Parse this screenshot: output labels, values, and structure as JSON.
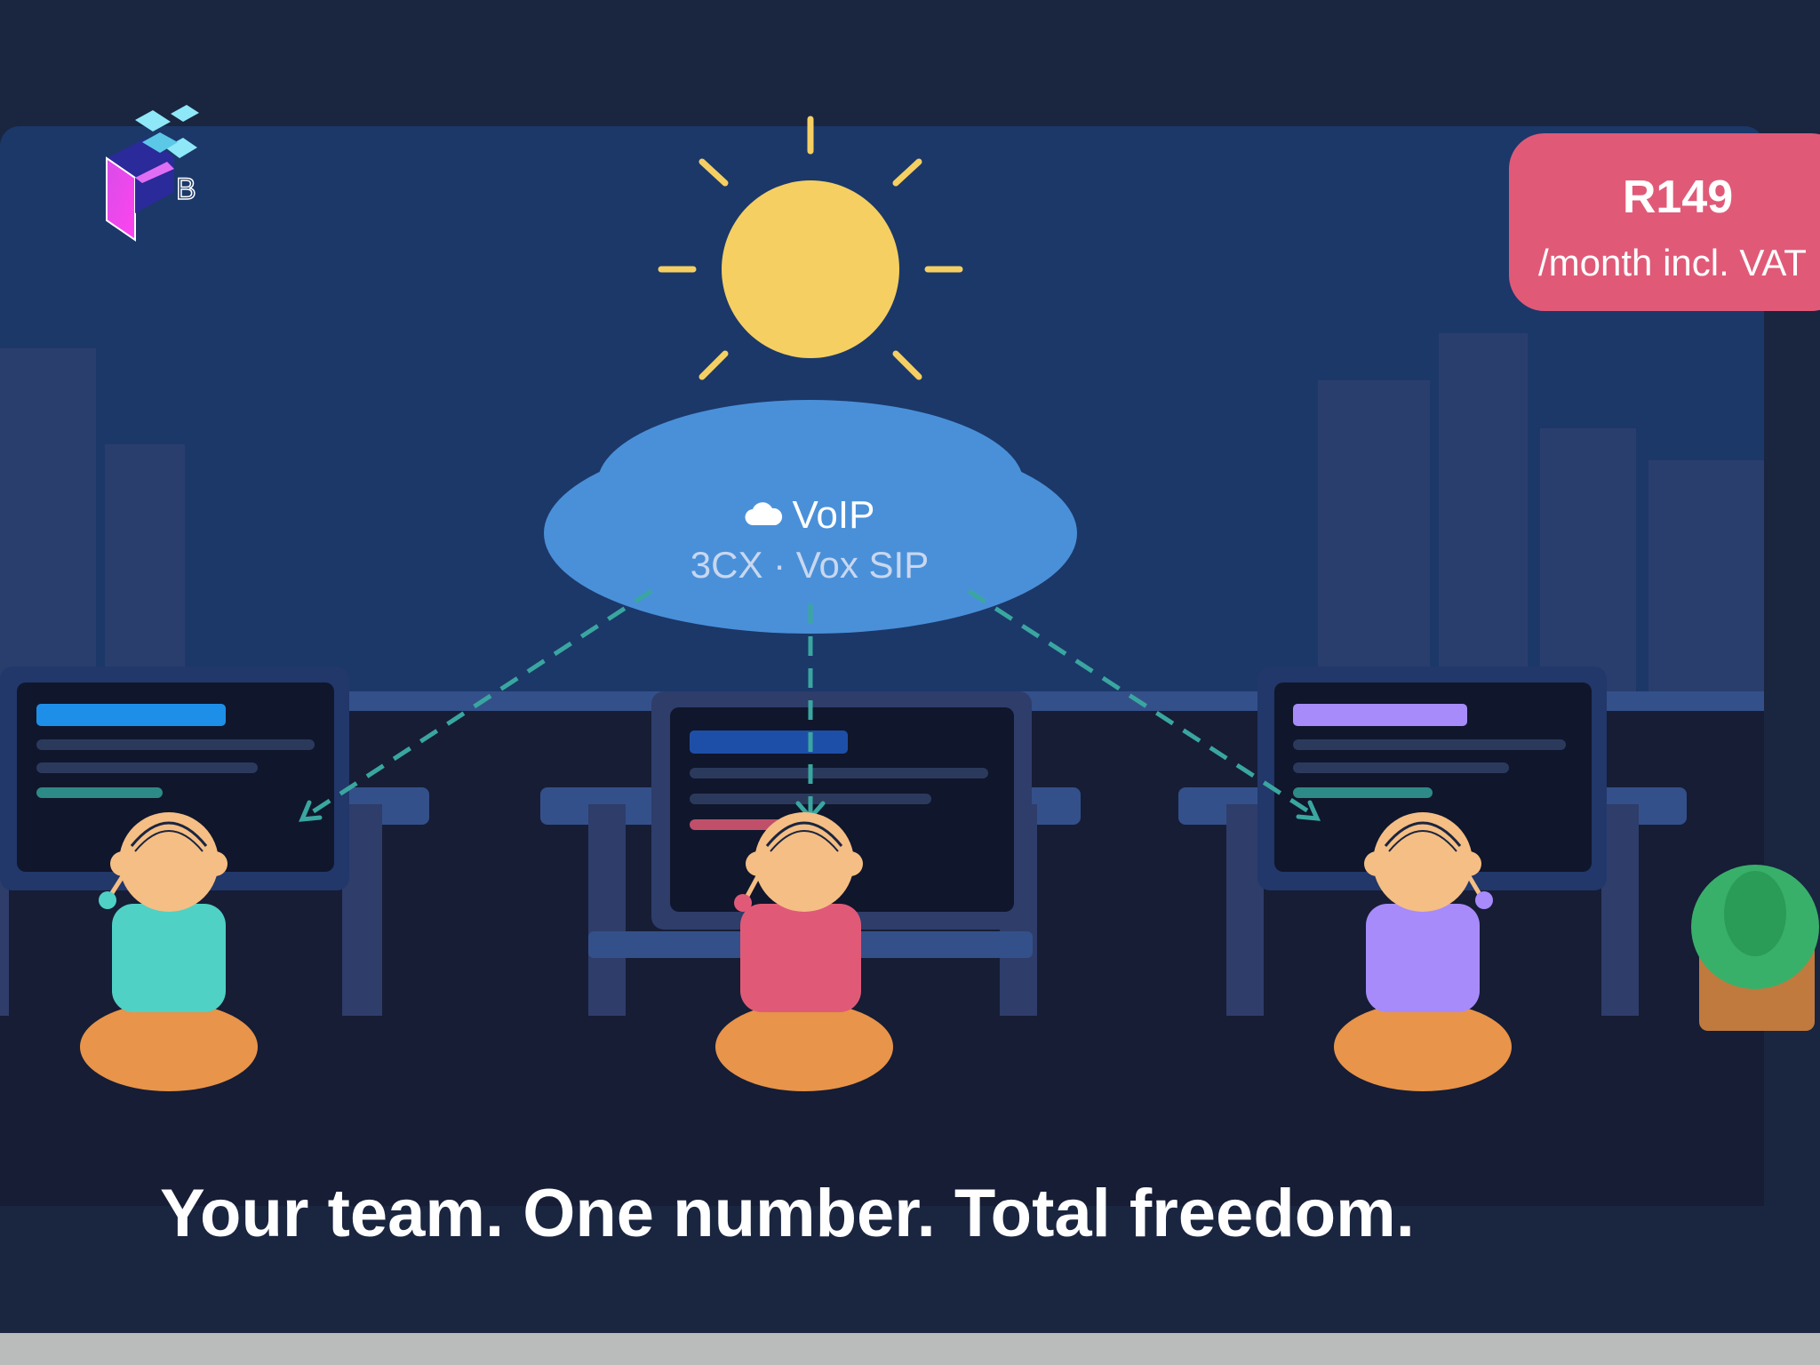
{
  "colors": {
    "background": "#1a2540",
    "sky": "#1b3869",
    "floor": "#161d35",
    "sun": "#f5cf62",
    "cloud": "#4a90d9",
    "price_badge": "#e05a78",
    "connection_line": "#3aa6a0",
    "bottom_bar": "#b9bcba"
  },
  "logo": {
    "icon": "stacked-cubes-logo",
    "glyph": "B"
  },
  "price": {
    "amount": "R149",
    "period": "/month incl. VAT"
  },
  "voip_cloud": {
    "icon": "cloud-icon",
    "title": "VoIP",
    "subtitle": "3CX · Vox SIP"
  },
  "team": [
    {
      "name": "agent-left",
      "shirt_color": "#4fd1c5"
    },
    {
      "name": "agent-center",
      "shirt_color": "#e05a78"
    },
    {
      "name": "agent-right",
      "shirt_color": "#a78bfa"
    }
  ],
  "screens": [
    {
      "accent_color": "#1e8fe8"
    },
    {
      "accent_color": "#1e4fa8"
    },
    {
      "accent_color": "#a78bfa"
    }
  ],
  "tagline": "Your team. One number. Total freedom."
}
